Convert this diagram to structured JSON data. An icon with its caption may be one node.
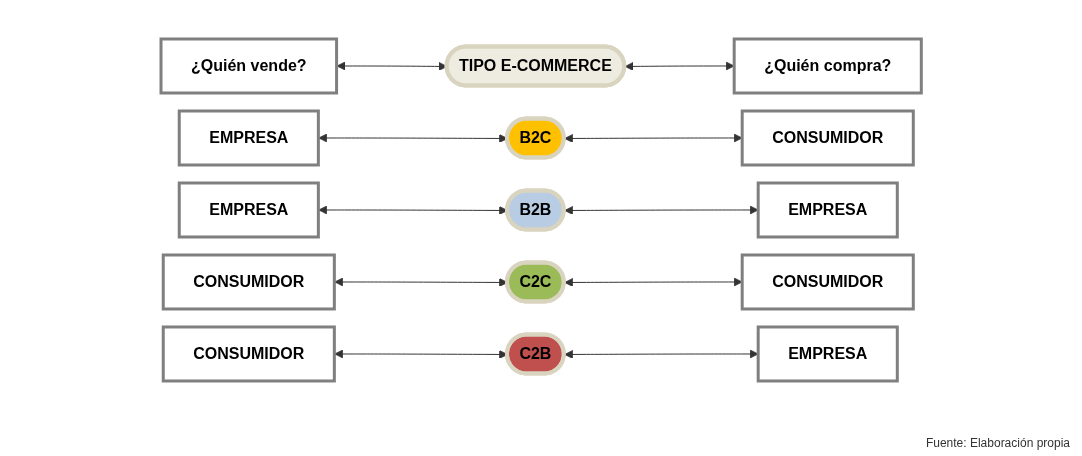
{
  "diagram": {
    "caption": "Fuente: Elaboración propia",
    "nodes": [
      {
        "text": [
          "¿Quién vende?"
        ]
      },
      {
        "text": [
          "TIPO E-COMMERCE"
        ]
      },
      {
        "text": [
          "¿Quién compra?"
        ]
      },
      {
        "text": [
          "EMPRESA"
        ]
      },
      {
        "text": [
          "B2C"
        ]
      },
      {
        "text": [
          "CONSUMIDOR"
        ]
      },
      {
        "text": [
          "EMPRESA"
        ]
      },
      {
        "text": [
          "B2B"
        ]
      },
      {
        "text": [
          "EMPRESA"
        ]
      },
      {
        "text": [
          "CONSUMIDOR"
        ]
      },
      {
        "text": [
          "C2C"
        ]
      },
      {
        "text": [
          "CONSUMIDOR"
        ]
      },
      {
        "text": [
          "CONSUMIDOR"
        ]
      },
      {
        "text": [
          "C2B"
        ]
      },
      {
        "text": [
          "EMPRESA"
        ]
      }
    ],
    "edges": [
      {
        "from": 0,
        "to": 1,
        "arrow": "both"
      },
      {
        "from": 1,
        "to": 2,
        "arrow": "both"
      },
      {
        "from": 3,
        "to": 4,
        "arrow": "both"
      },
      {
        "from": 4,
        "to": 5,
        "arrow": "both"
      },
      {
        "from": 6,
        "to": 7,
        "arrow": "both"
      },
      {
        "from": 7,
        "to": 8,
        "arrow": "both"
      },
      {
        "from": 9,
        "to": 10,
        "arrow": "both"
      },
      {
        "from": 10,
        "to": 11,
        "arrow": "both"
      },
      {
        "from": 12,
        "to": 13,
        "arrow": "both"
      },
      {
        "from": 13,
        "to": 14,
        "arrow": "both"
      }
    ]
  }
}
